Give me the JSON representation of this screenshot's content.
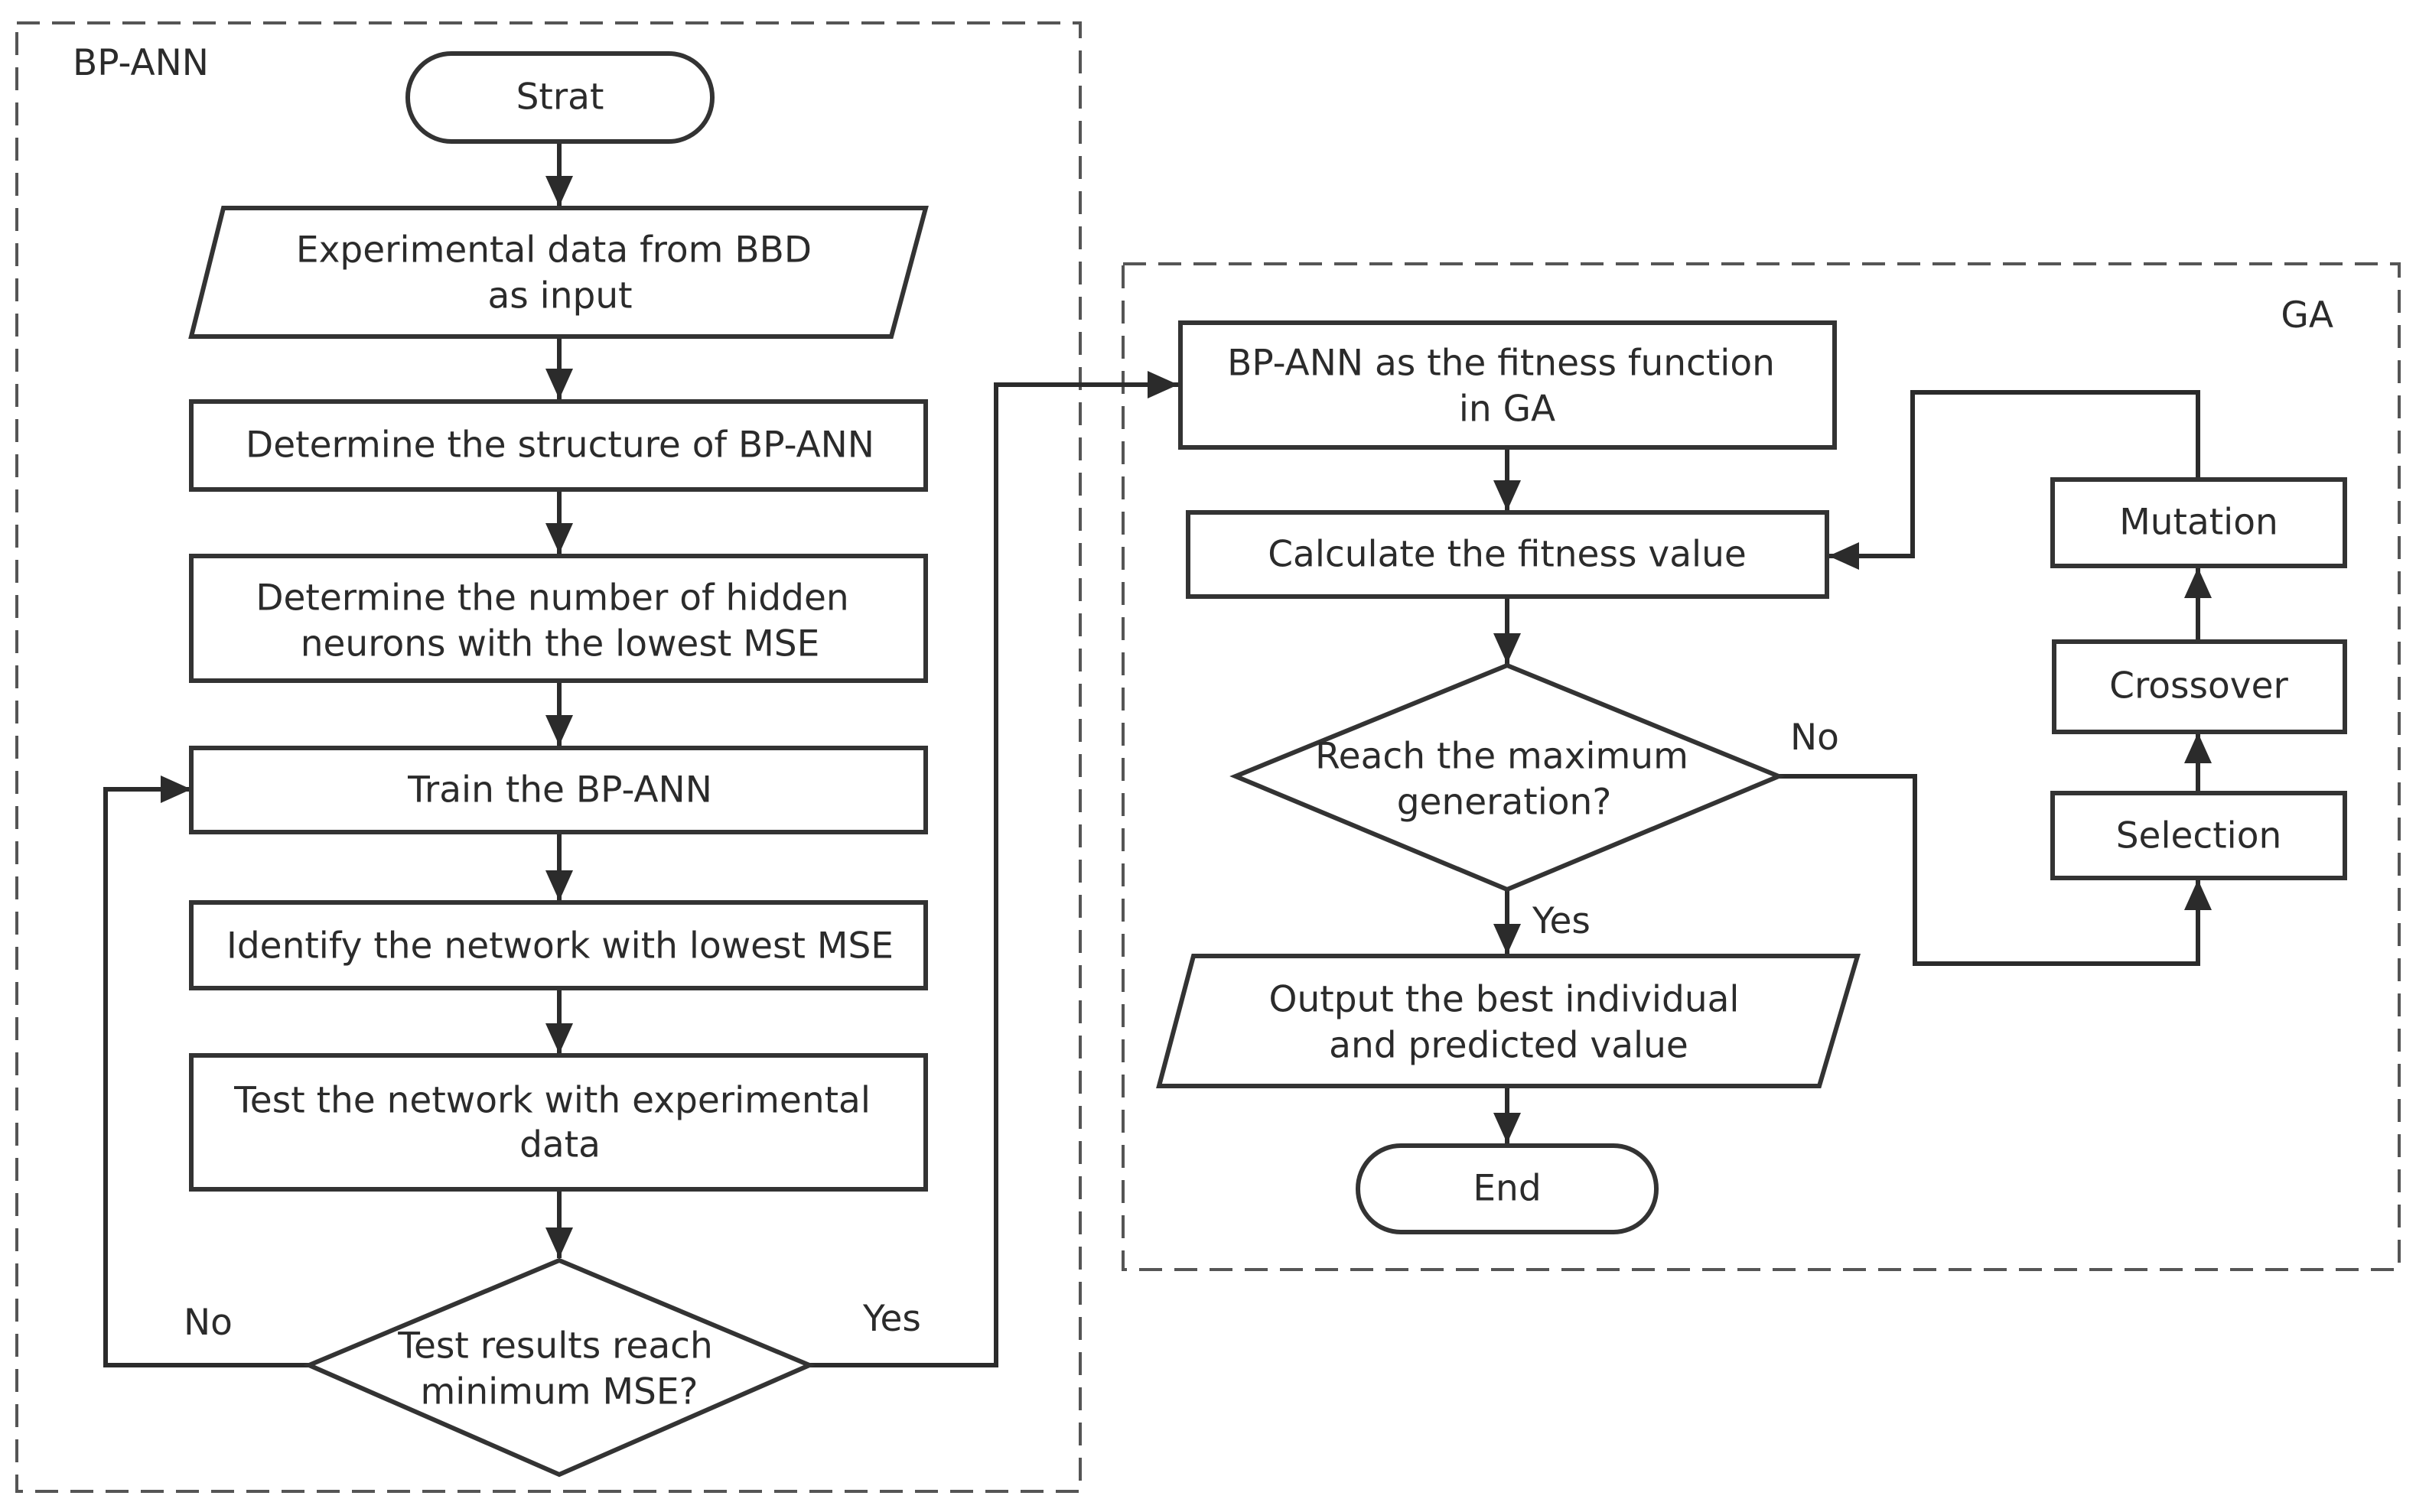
{
  "groups": {
    "bp_ann_label": "BP-ANN",
    "ga_label": "GA"
  },
  "bp_ann": {
    "start": "Strat",
    "input_line1": "Experimental data from BBD",
    "input_line2": "as input",
    "structure": "Determine the structure of BP-ANN",
    "hidden_line1": "Determine the number of hidden",
    "hidden_line2": "neurons with the lowest MSE",
    "train": "Train the BP-ANN",
    "identify": "Identify the network with lowest MSE",
    "test_line1": "Test the network with experimental",
    "test_line2": "data",
    "decision_line1": "Test results reach",
    "decision_line2": "minimum MSE?",
    "no_label": "No",
    "yes_label": "Yes"
  },
  "ga": {
    "fitness_fn_line1": "BP-ANN as the fitness function",
    "fitness_fn_line2": "in GA",
    "calc_fitness": "Calculate the fitness value",
    "decision_line1": "Reach the maximum",
    "decision_line2": "generation?",
    "no_label": "No",
    "yes_label": "Yes",
    "output_line1": "Output the best individual",
    "output_line2": "and predicted value",
    "end": "End",
    "mutation": "Mutation",
    "crossover": "Crossover",
    "selection": "Selection"
  }
}
